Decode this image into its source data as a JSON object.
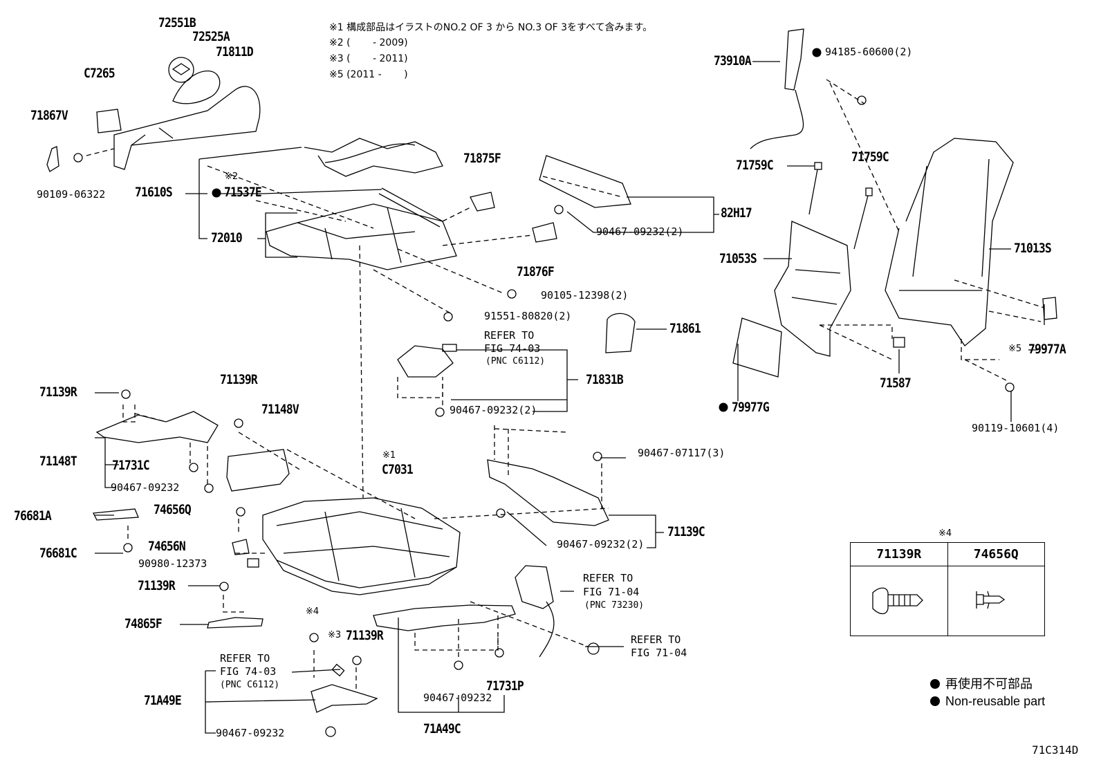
{
  "notes": {
    "n1": "※1 構成部品はイラストのNO.2 OF 3 から NO.3 OF 3をすべて含みます。",
    "n2": "※2 (　　 - 2009)",
    "n3": "※3 (　　 - 2011)",
    "n5": "※5 (2011 -　　 )"
  },
  "parts": {
    "p72551B": "72551B",
    "p72525A": "72525A",
    "p71811D": "71811D",
    "pC7265": "C7265",
    "p71867V": "71867V",
    "p90109": "90109-06322",
    "p71610S": "71610S",
    "p71537E": "71537E",
    "p72010": "72010",
    "p71875F": "71875F",
    "p82H17": "82H17",
    "p90467_1": "90467-09232(2)",
    "p71876F": "71876F",
    "p90105": "90105-12398(2)",
    "p91551": "91551-80820(2)",
    "p71861": "71861",
    "p71831B": "71831B",
    "p90467_2": "90467-09232(2)",
    "p73910A": "73910A",
    "p94185": "94185-60600(2)",
    "p71759C_1": "71759C",
    "p71759C_2": "71759C",
    "p71053S": "71053S",
    "p71013S": "71013S",
    "p79977A": "79977A",
    "p71587": "71587",
    "p79977G": "79977G",
    "p90119": "90119-10601(4)",
    "p71139R_1": "71139R",
    "p71139R_2": "71139R",
    "p71148V": "71148V",
    "p71148T": "71148T",
    "p71731C": "71731C",
    "p90467_3": "90467-09232",
    "pC7031": "C7031",
    "p90467_07117": "90467-07117(3)",
    "p76681A": "76681A",
    "p74656Q": "74656Q",
    "p74656N": "74656N",
    "p76681C": "76681C",
    "p90980": "90980-12373",
    "p71139C": "71139C",
    "p90467_4": "90467-09232(2)",
    "p71139R_3": "71139R",
    "p74865F": "74865F",
    "p71139R_4": "71139R",
    "p71A49E": "71A49E",
    "p90467_5": "90467-09232",
    "p90467_6": "90467-09232",
    "p71731P": "71731P",
    "p71A49C": "71A49C"
  },
  "refs": {
    "r1a": "REFER TO",
    "r1b": "FIG 74-03",
    "r1c": "(PNC C6112)",
    "r2a": "REFER TO",
    "r2b": "FIG 71-04",
    "r2c": "(PNC 73230)",
    "r3a": "REFER TO",
    "r3b": "FIG 71-04",
    "r4a": "REFER TO",
    "r4b": "FIG 74-03",
    "r4c": "(PNC C6112)"
  },
  "marks": {
    "m2": "※2",
    "m1": "※1",
    "m4a": "※4",
    "m3": "※3",
    "m5": "※5",
    "m4b": "※4"
  },
  "inset": {
    "col1": "71139R",
    "col2": "74656Q"
  },
  "legend": {
    "jp": "再使用不可部品",
    "en": "Non-reusable part"
  },
  "figure_id": "71C314D"
}
